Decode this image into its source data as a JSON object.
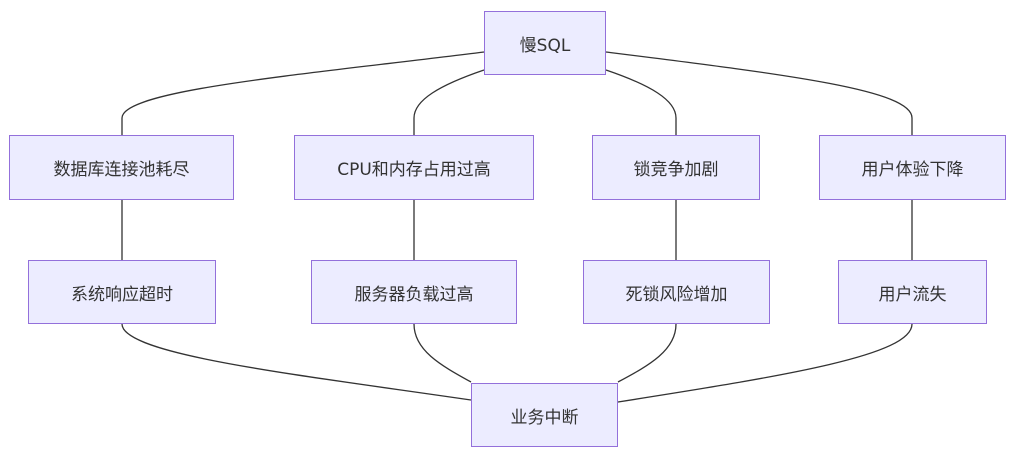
{
  "nodes": {
    "slow_sql": "慢SQL",
    "conn_pool": "数据库连接池耗尽",
    "cpu_mem": "CPU和内存占用过高",
    "lock": "锁竞争加剧",
    "ux_down": "用户体验下降",
    "timeout": "系统响应超时",
    "server_load": "服务器负载过高",
    "deadlock": "死锁风险增加",
    "user_loss": "用户流失",
    "biz_down": "业务中断"
  }
}
